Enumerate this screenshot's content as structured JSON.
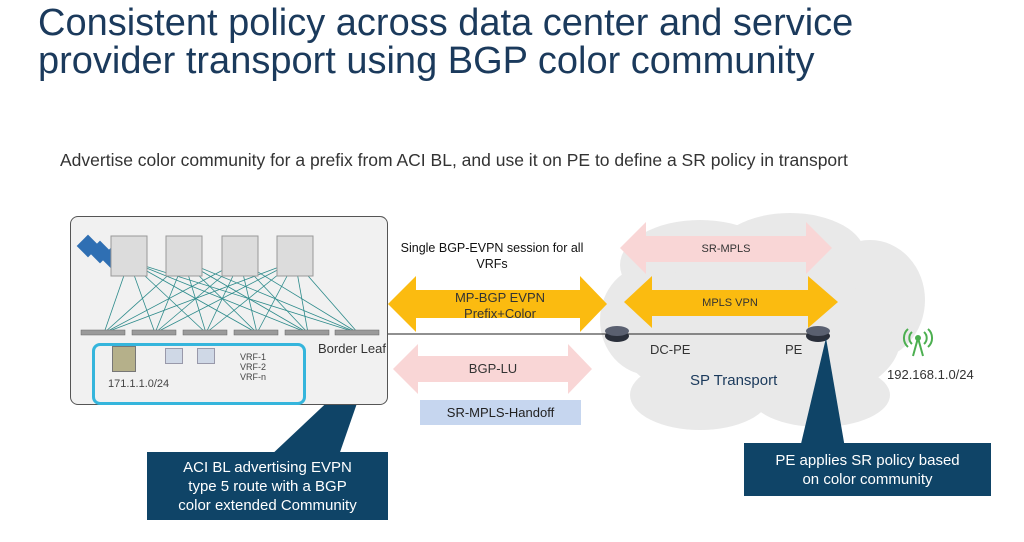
{
  "title": "Consistent policy across data center and service provider transport using BGP color community",
  "subtitle": "Advertise color community for a prefix from ACI BL, and use it on PE to define a SR policy in transport",
  "fabric": {
    "border_leaf_label": "Border Leaf",
    "host_prefix": "171.1.1.0/24",
    "vrfs": [
      "VRF-1",
      "VRF-2",
      "VRF-n"
    ]
  },
  "session_note": "Single BGP-EVPN session for all VRFs",
  "arrows": {
    "mp_bgp": [
      "MP-BGP EVPN",
      "Prefix+Color"
    ],
    "bgp_lu": "BGP-LU",
    "sr_mpls": "SR-MPLS",
    "mpls_vpn": "MPLS VPN"
  },
  "handoff_label": "SR-MPLS-Handoff",
  "transport": {
    "dc_pe": "DC-PE",
    "pe": "PE",
    "cloud_label": "SP Transport",
    "remote_prefix": "192.168.1.0/24"
  },
  "callouts": {
    "left": [
      "ACI BL advertising EVPN",
      "type 5 route with a BGP",
      "color extended Community"
    ],
    "right": [
      "PE applies SR policy based",
      "on color community"
    ]
  },
  "colors": {
    "title": "#1b3a5c",
    "yellow": "#fbbb10",
    "pink": "#f9d6d6",
    "callout": "#0f4467",
    "handoff": "#c6d6ef",
    "host_border": "#35b5dc",
    "fabric_links": "#2e8b8b"
  }
}
